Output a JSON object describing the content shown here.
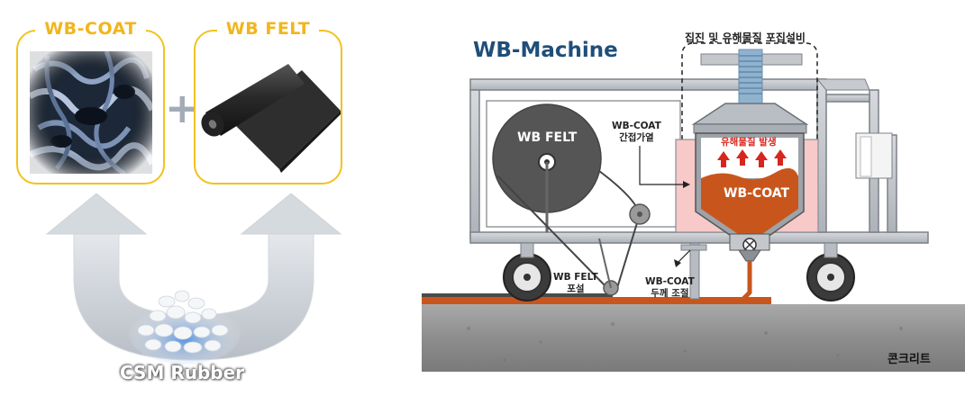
{
  "materials": {
    "coat_title": "WB-COAT",
    "felt_title": "WB FELT",
    "plus": "+",
    "base_label": "CSM Rubber"
  },
  "machine": {
    "title": "WB-Machine",
    "collector_label": "집진 및 유해물질 포집설비",
    "felt_roll_label": "WB FELT",
    "indirect_heating_label": "WB-COAT\n간접가열",
    "emission_label": "유해물질 발생",
    "tank_label": "WB-COAT",
    "felt_laying_label": "WB FELT\n포설",
    "thickness_label": "WB-COAT\n두께 조절",
    "concrete_label": "콘크리트"
  },
  "colors": {
    "accent_yellow": "#f2c21d",
    "title_blue": "#1f4e79",
    "coat_orange": "#c8561c",
    "heater_pink": "#f7c9c9",
    "warning_red": "#d7261e"
  }
}
